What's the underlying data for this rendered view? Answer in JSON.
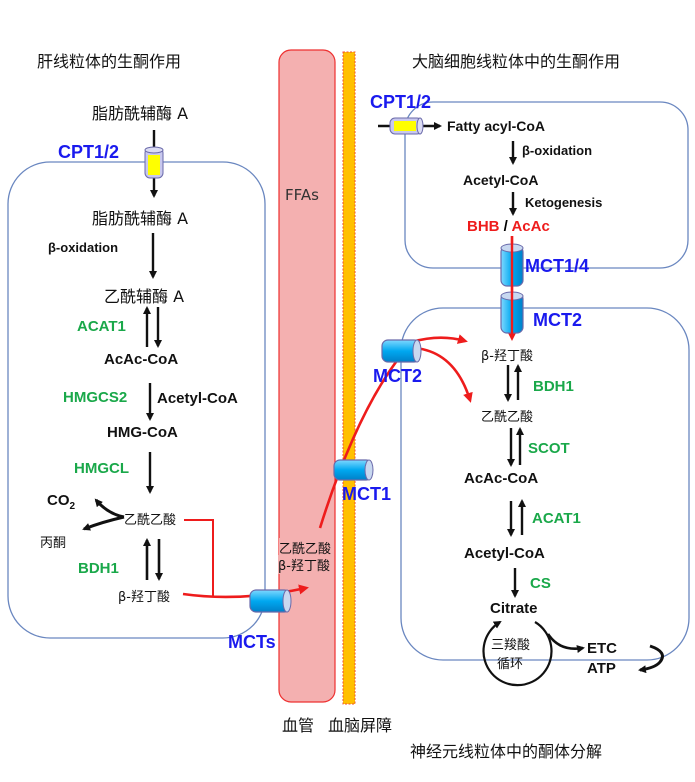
{
  "titles": {
    "liver": "肝线粒体的生酮作用",
    "brain": "大脑细胞线粒体中的生酮作用",
    "neuron": "神经元线粒体中的酮体分解",
    "vessel": "血管",
    "bbb": "血脑屏障"
  },
  "vessel": {
    "content": "FFAs"
  },
  "liver": {
    "outside_substrate": "脂肪酰辅酶 A",
    "transporter": "CPT1/2",
    "inside_substrate": "脂肪酰辅酶 A",
    "beta_oxidation": "β-oxidation",
    "acetyl_coa": "乙酰辅酶 A",
    "enzyme_acat1": "ACAT1",
    "acac_coa": "AcAc-CoA",
    "enzyme_hmgcs2": "HMGCS2",
    "hmgcs2_cosubstrate": "Acetyl-CoA",
    "hmg_coa": "HMG-CoA",
    "enzyme_hmgcl": "HMGCL",
    "acetoacetate": "乙酰乙酸",
    "co2": "CO",
    "co2_sub": "2",
    "acetone": "丙酮",
    "enzyme_bdh1": "BDH1",
    "bhb": "β-羟丁酸",
    "export_transporter": "MCTs"
  },
  "blood": {
    "acetoacetate": "乙酰乙酸",
    "bhb": "β-羟丁酸",
    "bbb_transporter": "MCT1"
  },
  "brain_cell": {
    "transporter": "CPT1/2",
    "fatty_acyl_coa": "Fatty acyl-CoA",
    "beta_oxidation": "β-oxidation",
    "acetyl_coa": "Acetyl-CoA",
    "ketogenesis": "Ketogenesis",
    "bhb": "BHB",
    "separator": "/",
    "acac": "AcAc",
    "export_transporter": "MCT1/4"
  },
  "neuron": {
    "import_transporter_top": "MCT2",
    "import_transporter_side": "MCT2",
    "bhb": "β-羟丁酸",
    "enzyme_bdh1": "BDH1",
    "acetoacetate": "乙酰乙酸",
    "enzyme_scot": "SCOT",
    "acac_coa": "AcAc-CoA",
    "enzyme_acat1": "ACAT1",
    "acetyl_coa": "Acetyl-CoA",
    "enzyme_cs": "CS",
    "citrate": "Citrate",
    "tca_line1": "三羧酸",
    "tca_line2": "循环",
    "etc": "ETC",
    "atp": "ATP"
  },
  "colors": {
    "enzyme": "#1aa84a",
    "transporter_label": "#1a1aee",
    "ketone_flow": "#ee1c1c",
    "vessel_fill": "#f4b0b0",
    "bbb_fill": "#ffc000",
    "membrane": "#6a87c0"
  }
}
